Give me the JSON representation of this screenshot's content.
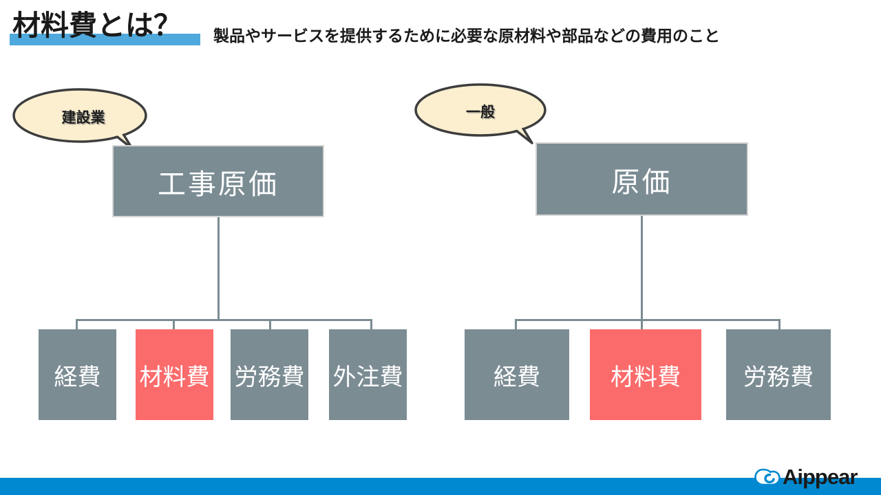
{
  "header": {
    "title": "材料費とは？",
    "subtitle": "製品やサービスを提供するために必要な原材料や部品などの費用のこと",
    "highlight_color": "#4FA9DC"
  },
  "colors": {
    "box_gray": "#7B8C93",
    "box_red": "#FC6B6B",
    "bubble_fill": "#FBEFD0",
    "bubble_stroke": "#3D3D3D",
    "connector": "#7B8C93",
    "footer_blue": "#0089D0"
  },
  "diagrams": [
    {
      "bubble": "建設業",
      "parent": "工事原価",
      "children": [
        {
          "label": "経費",
          "highlight": false
        },
        {
          "label": "材料費",
          "highlight": true
        },
        {
          "label": "労務費",
          "highlight": false
        },
        {
          "label": "外注費",
          "highlight": false
        }
      ]
    },
    {
      "bubble": "一般",
      "parent": "原価",
      "children": [
        {
          "label": "経費",
          "highlight": false
        },
        {
          "label": "材料費",
          "highlight": true
        },
        {
          "label": "労務費",
          "highlight": false
        }
      ]
    }
  ],
  "footer": {
    "brand_name": "Aippear",
    "brand_mark_icon": "cloud-swirl-icon"
  }
}
